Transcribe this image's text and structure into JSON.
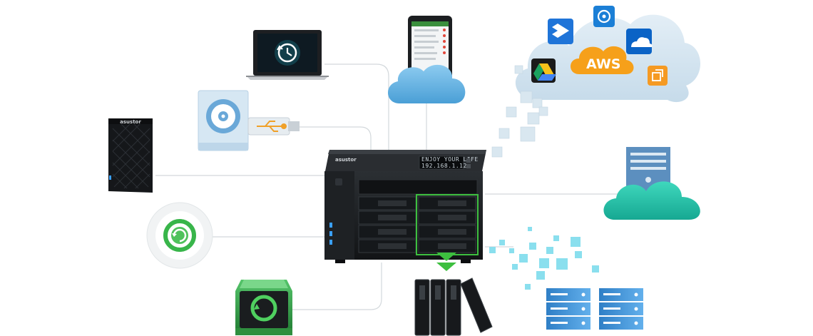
{
  "nas": {
    "brand": "asustor",
    "lcd_line1": "ENJOY YOUR LIFE",
    "lcd_line2": "192.168.1.12"
  },
  "small_nas": {
    "brand": "asustor"
  },
  "cloud_services": {
    "aws_label": "AWS"
  },
  "colors": {
    "line": "#cfd5da",
    "cloud_blue": "#6ab7e4",
    "cloud_teal": "#23c4a9",
    "green_accent": "#36b24a",
    "cyan_blocks": "#7fd8ea",
    "storage_blue": "#3f8fd4",
    "aws_orange": "#f6a01a"
  }
}
